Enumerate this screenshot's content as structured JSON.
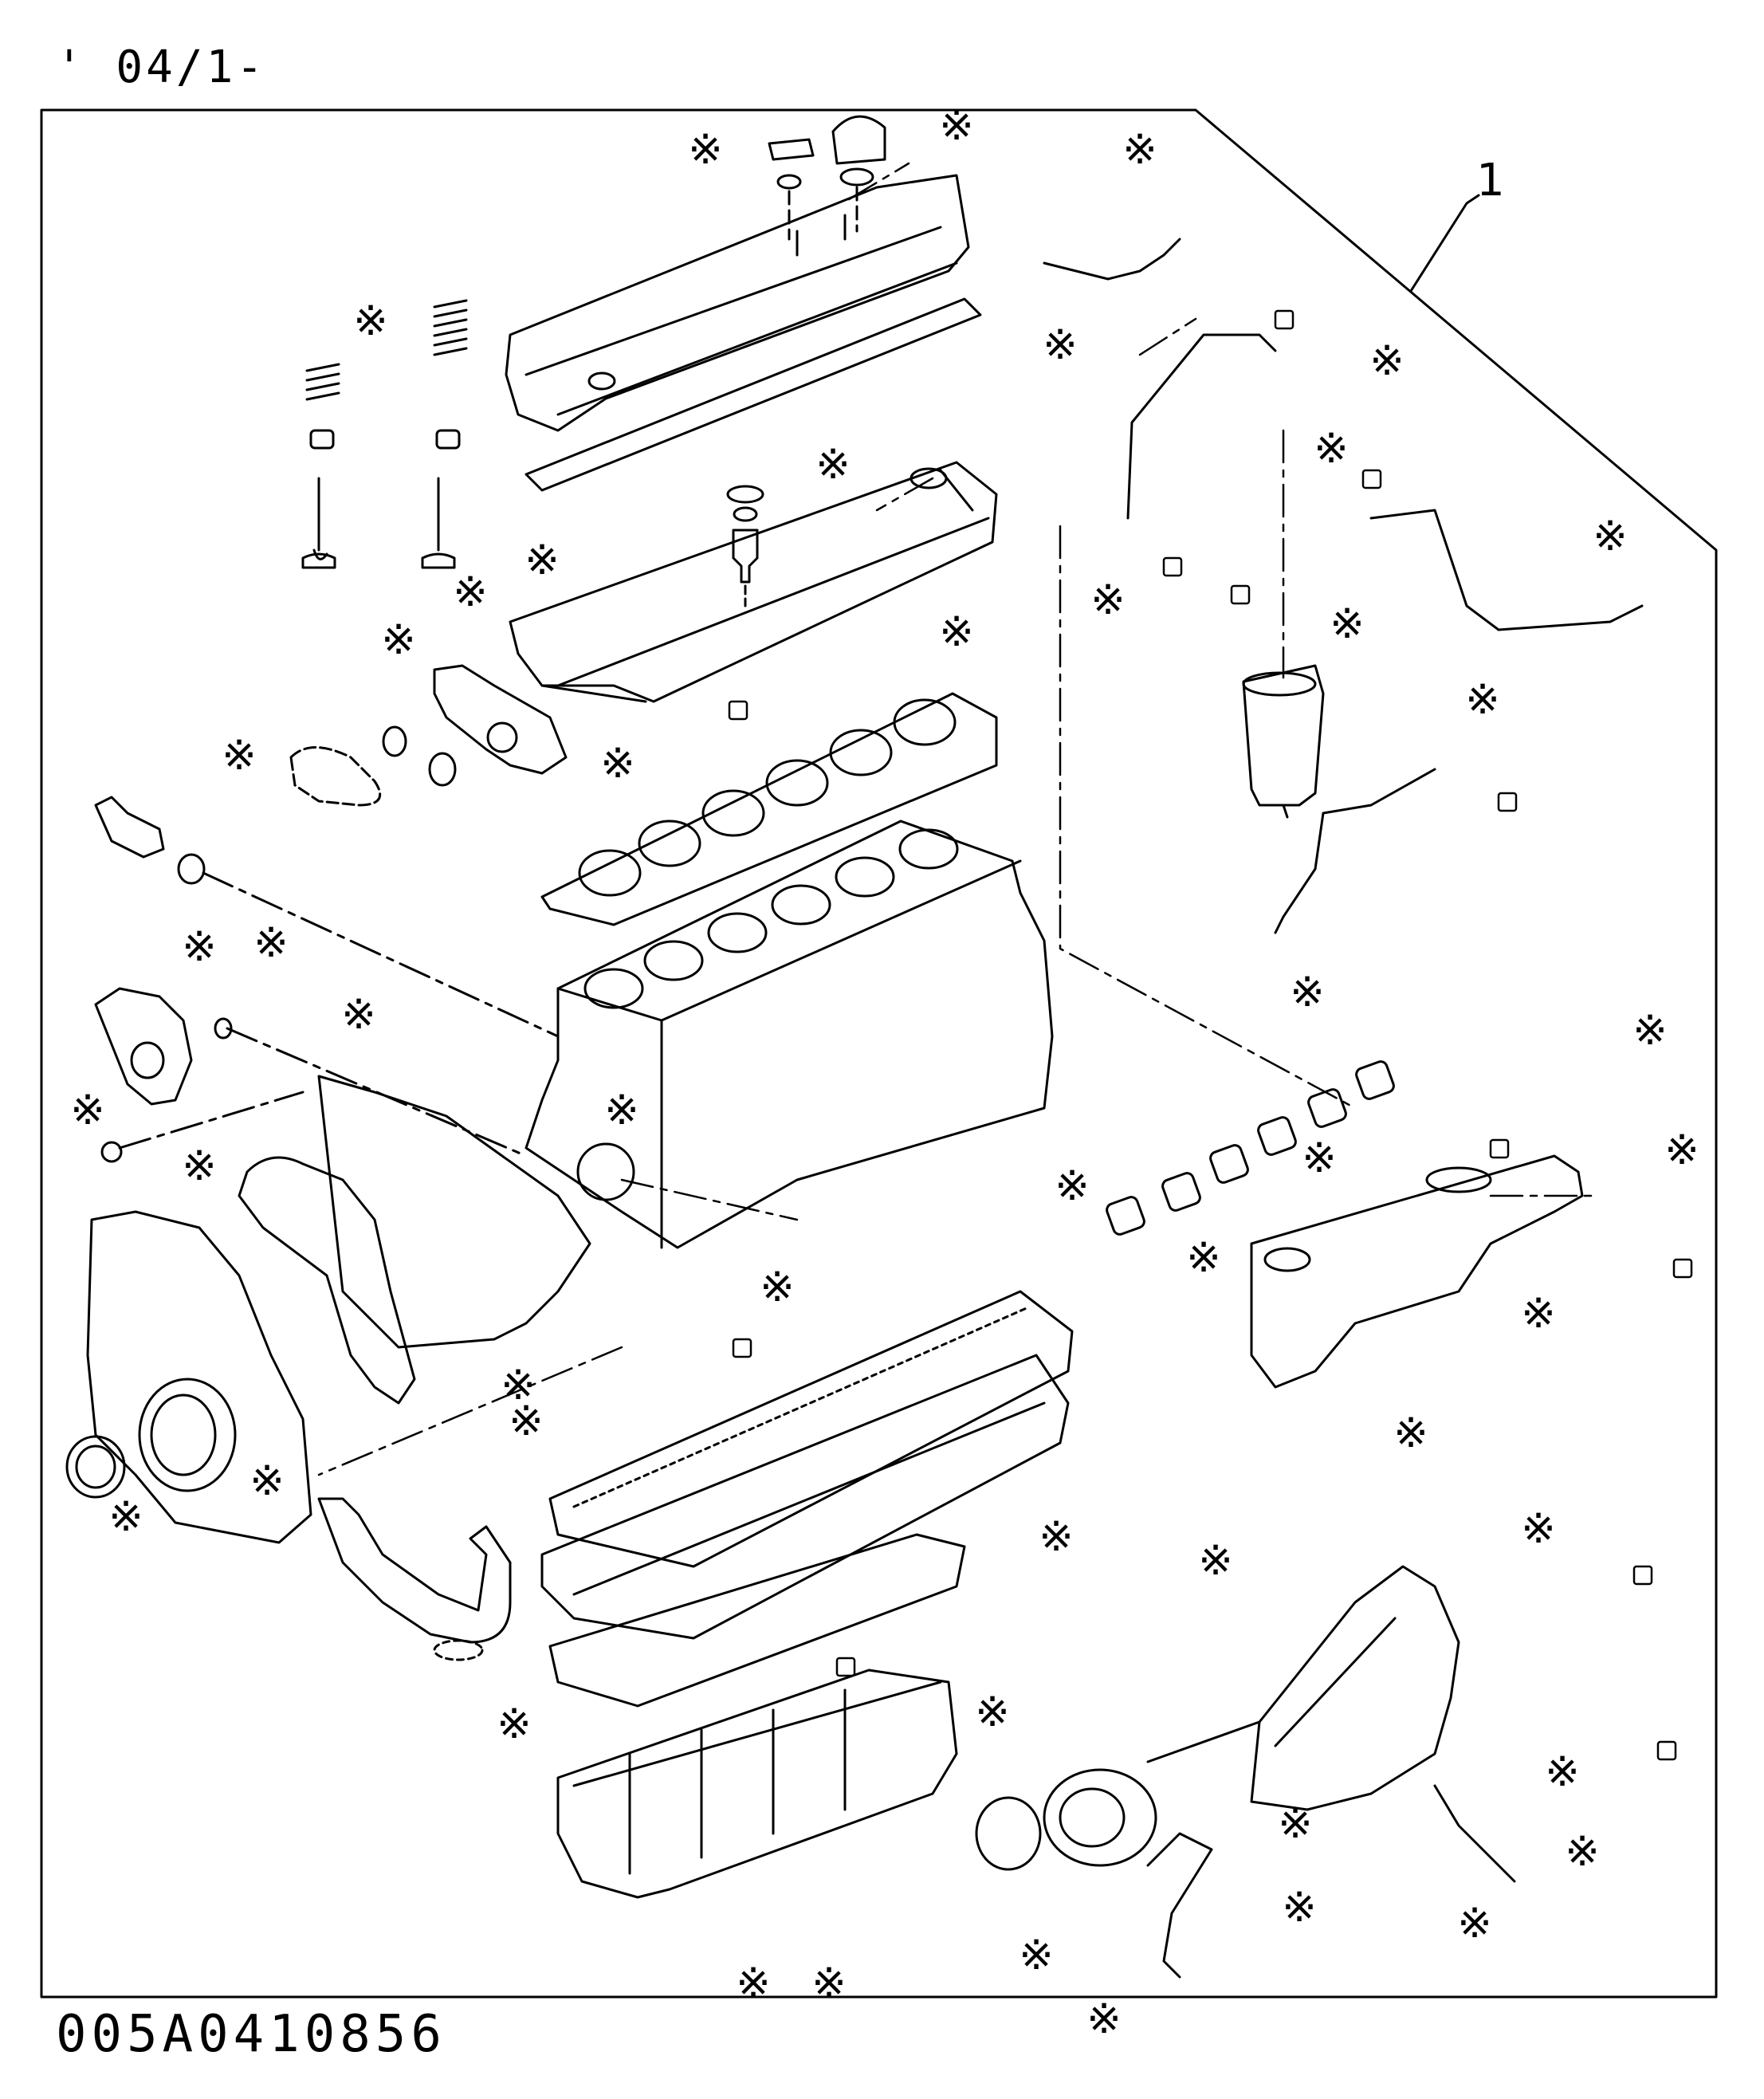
{
  "header": {
    "revision_code": "' 04/1-"
  },
  "footer": {
    "drawing_number": "005A0410856"
  },
  "callouts": {
    "kit_item_number": "1",
    "asterisk_mark": "※"
  },
  "colors": {
    "line": "#000000",
    "background": "#ffffff"
  }
}
